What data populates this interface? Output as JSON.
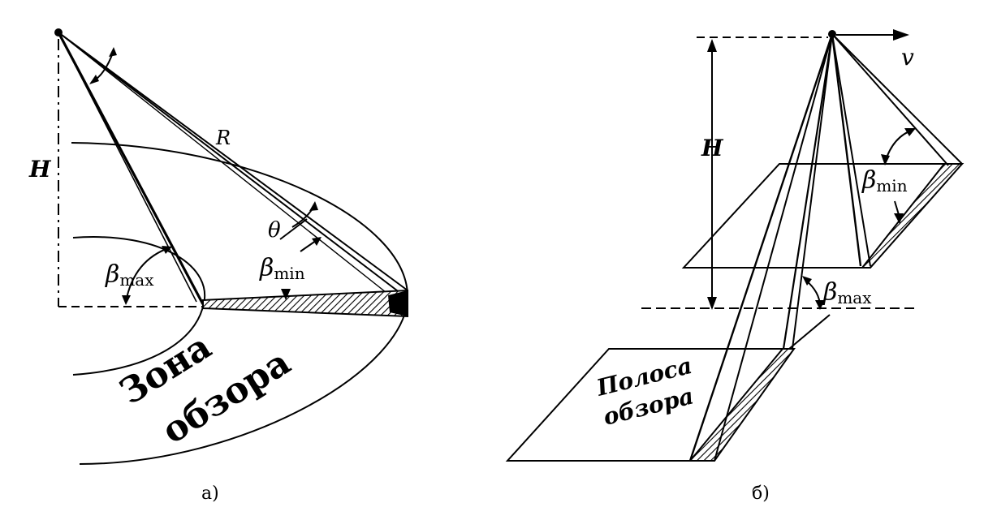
{
  "left": {
    "height_label": "H",
    "range_label": "R",
    "theta_label": "θ",
    "beta_max": {
      "sym": "β",
      "sub": "max"
    },
    "beta_min": {
      "sym": "β",
      "sub": "min"
    },
    "zone_line1": "Зона",
    "zone_line2": "обзора",
    "caption": "а)"
  },
  "right": {
    "height_label": "H",
    "velocity_label": "v",
    "beta_min": {
      "sym": "β",
      "sub": "min"
    },
    "beta_max": {
      "sym": "β",
      "sub": "max"
    },
    "strip_line1": "Полоса",
    "strip_line2": "обзора",
    "caption": "б)"
  }
}
